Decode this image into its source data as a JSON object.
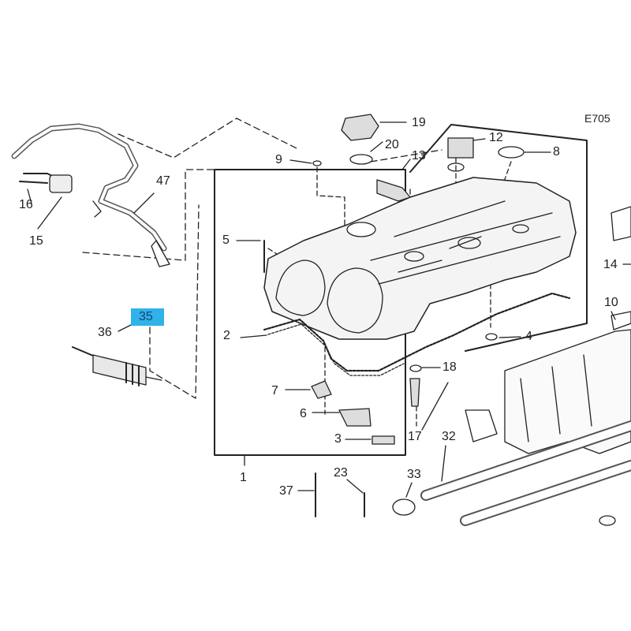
{
  "figure": {
    "code": "E705"
  },
  "highlight": {
    "color": "#2fb3e8",
    "label": "35"
  },
  "callouts": [
    {
      "id": "c1",
      "text": "1"
    },
    {
      "id": "c2",
      "text": "2"
    },
    {
      "id": "c3",
      "text": "3"
    },
    {
      "id": "c4",
      "text": "4"
    },
    {
      "id": "c5",
      "text": "5"
    },
    {
      "id": "c6",
      "text": "6"
    },
    {
      "id": "c7",
      "text": "7"
    },
    {
      "id": "c8",
      "text": "8"
    },
    {
      "id": "c9",
      "text": "9"
    },
    {
      "id": "c10",
      "text": "10"
    },
    {
      "id": "c12",
      "text": "12"
    },
    {
      "id": "c13",
      "text": "13"
    },
    {
      "id": "c14",
      "text": "14"
    },
    {
      "id": "c15",
      "text": "15"
    },
    {
      "id": "c16",
      "text": "16"
    },
    {
      "id": "c17",
      "text": "17"
    },
    {
      "id": "c18",
      "text": "18"
    },
    {
      "id": "c19",
      "text": "19"
    },
    {
      "id": "c20",
      "text": "20"
    },
    {
      "id": "c23",
      "text": "23"
    },
    {
      "id": "c32",
      "text": "32"
    },
    {
      "id": "c33",
      "text": "33"
    },
    {
      "id": "c36",
      "text": "36"
    },
    {
      "id": "c37",
      "text": "37"
    },
    {
      "id": "c47",
      "text": "47"
    }
  ]
}
